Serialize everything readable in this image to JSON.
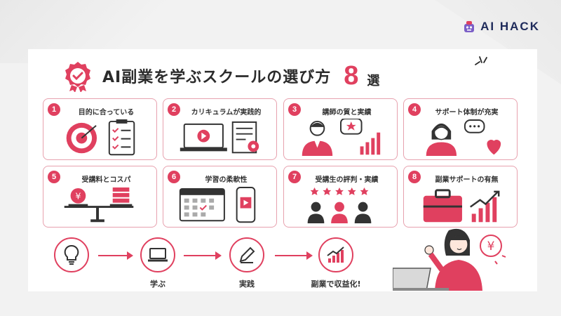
{
  "brand": {
    "name": "AI HACK",
    "color": "#e0405f"
  },
  "title": {
    "main": "AI副業を学ぶスクールの選び方",
    "number": "8",
    "suffix": "選"
  },
  "cards": [
    {
      "num": "1",
      "label": "目的に合っている",
      "icon": "target-checklist-icon"
    },
    {
      "num": "2",
      "label": "カリキュラムが実践的",
      "icon": "laptop-video-icon"
    },
    {
      "num": "3",
      "label": "講師の質と実績",
      "icon": "teacher-chart-icon"
    },
    {
      "num": "4",
      "label": "サポート体制が充実",
      "icon": "support-operator-icon"
    },
    {
      "num": "5",
      "label": "受講料とコスパ",
      "icon": "balance-scale-icon"
    },
    {
      "num": "6",
      "label": "学習の柔軟性",
      "icon": "calendar-phone-icon"
    },
    {
      "num": "7",
      "label": "受講生の評判・実績",
      "icon": "rating-people-icon"
    },
    {
      "num": "8",
      "label": "副業サポートの有無",
      "icon": "briefcase-growth-icon"
    }
  ],
  "flow": [
    {
      "label": "",
      "icon": "lightbulb-icon"
    },
    {
      "label": "学ぶ",
      "icon": "laptop-icon"
    },
    {
      "label": "実践",
      "icon": "pencil-icon"
    },
    {
      "label": "副業で収益化!",
      "icon": "growth-chart-icon"
    }
  ],
  "illustration": {
    "currency": "¥"
  }
}
